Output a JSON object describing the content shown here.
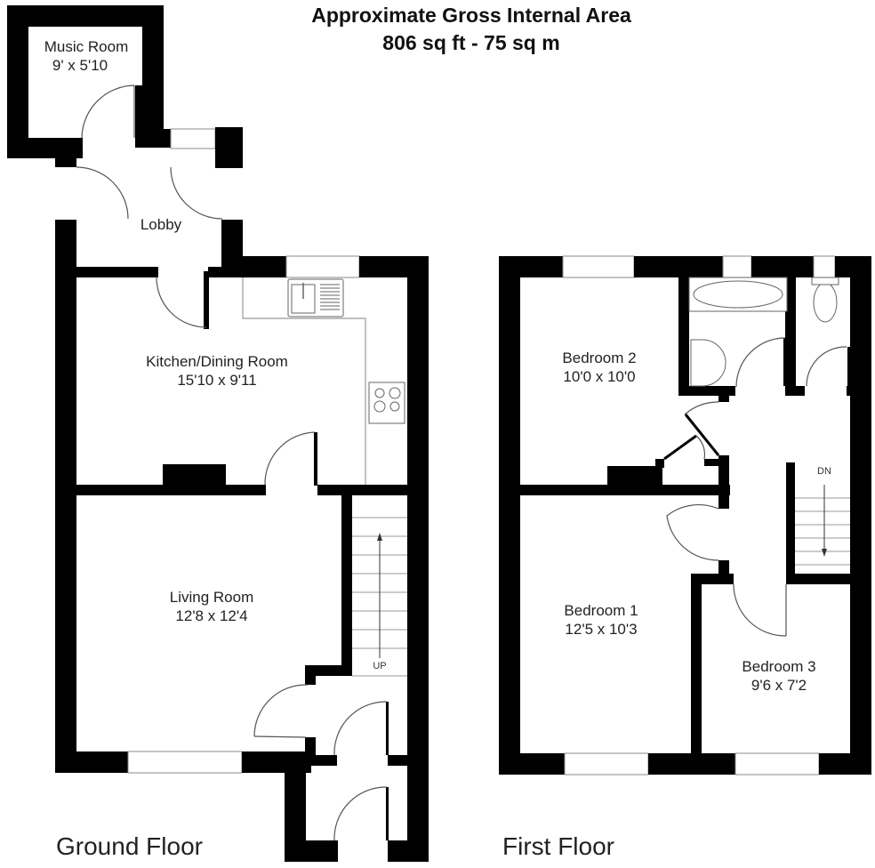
{
  "header": {
    "title_line1": "Approximate Gross Internal Area",
    "title_line2": "806 sq ft - 75 sq m"
  },
  "floors": {
    "ground": {
      "label": "Ground Floor",
      "rooms": [
        {
          "name": "Music Room",
          "size": "9' x 5'10"
        },
        {
          "name": "Lobby",
          "size": ""
        },
        {
          "name": "Kitchen/Dining Room",
          "size": "15'10 x 9'11"
        },
        {
          "name": "Living Room",
          "size": "12'8 x 12'4"
        }
      ],
      "stairs_label": "UP"
    },
    "first": {
      "label": "First Floor",
      "rooms": [
        {
          "name": "Bedroom 2",
          "size": "10'0 x 10'0"
        },
        {
          "name": "Bedroom 1",
          "size": "12'5 x 10'3"
        },
        {
          "name": "Bedroom 3",
          "size": "9'6 x 7'2"
        }
      ],
      "stairs_label": "DN"
    }
  },
  "colors": {
    "wall": "#000000",
    "background": "#ffffff",
    "fixture_line": "#666666"
  }
}
